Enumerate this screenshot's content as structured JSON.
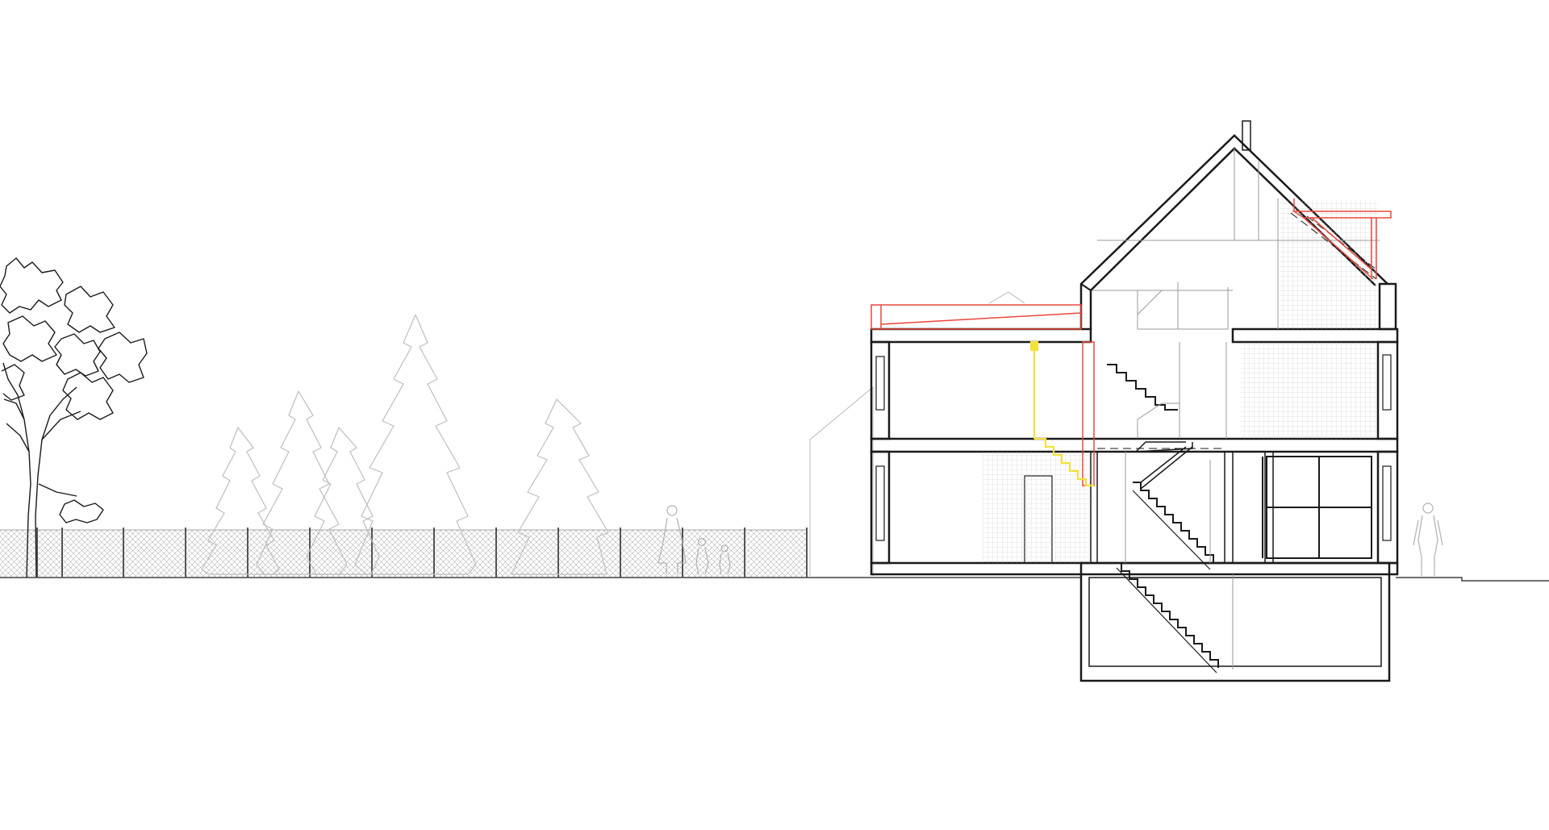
{
  "drawing": {
    "kind": "architectural-section",
    "colors": {
      "ink": "#1a1a1a",
      "grey": "#b4b4b4",
      "faint": "#d2d2d2",
      "new_work": "#e8483a",
      "highlight": "#f2e13a"
    },
    "levels": [
      "basement",
      "ground-floor",
      "first-floor",
      "attic"
    ],
    "figures": [
      "adult-with-children",
      "adult-right"
    ],
    "background": [
      "deciduous-tree",
      "conifer-trees",
      "mesh-fence",
      "neighbour-house-outline"
    ]
  }
}
